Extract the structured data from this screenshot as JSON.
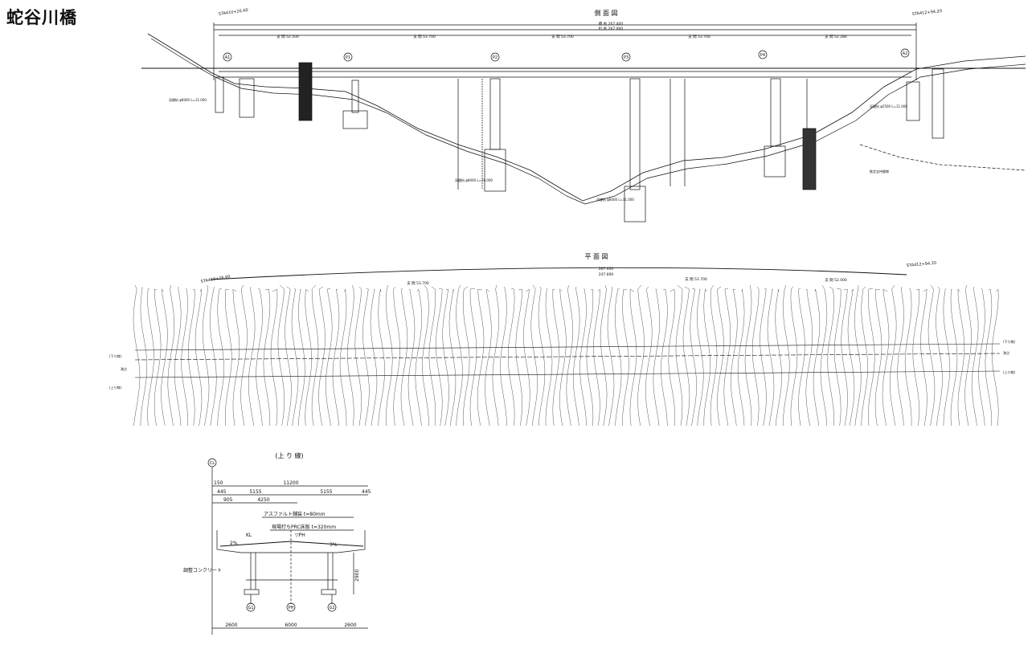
{
  "title": "蛇谷川橋",
  "side_view": {
    "heading": "側 面 図",
    "sta_left": "STA410+26.60",
    "sta_right": "STA412+94.20",
    "total_length": "橋 長 267.400",
    "girder_length": "桁 長 267.000",
    "span_labels": [
      "支 間 52.500",
      "支 間 53.700",
      "支 間 53.700",
      "支 間 53.700",
      "支 間 52.280"
    ],
    "supports": [
      "A1",
      "P1",
      "P2",
      "P3",
      "P4",
      "A2"
    ],
    "pile_notes": [
      "深礎杭 φ8000 L=11.000",
      "深礎杭 φ8000 L=16.000",
      "深礎杭 φ8000 L=11.000",
      "深礎杭 φ2500 L=11.000"
    ],
    "bottom_note": "推定支持層線"
  },
  "plan_view": {
    "heading": "平 面 図",
    "sta_left": "STA410+26.60",
    "sta_right": "STA412+94.20",
    "total_length": "267.400",
    "girder_length": "247.800",
    "span_labels": [
      "支 間 53.700",
      "支 間 53.700",
      "支 間 52.000"
    ],
    "left_labels": [
      "(下り線)",
      "測点",
      "(上り線)"
    ],
    "right_labels": [
      "(下り線)",
      "測点",
      "(上り線)"
    ]
  },
  "section_view": {
    "heading": "(上 り 線)",
    "cl_label": "CL",
    "dims_top": [
      "150",
      "11200"
    ],
    "dims_row2": [
      "445",
      "5155",
      "5155",
      "445"
    ],
    "dims_row3": [
      "905",
      "4250"
    ],
    "notes": [
      "アスファルト舗装 t=80mm",
      "現場打ちPRC床版 t=320mm"
    ],
    "kl_label": "KL",
    "ph_label": "▽PH",
    "slope_left": "2%",
    "slope_right": "3%",
    "leveling": "調整コンクリート",
    "height": "2900",
    "girders": [
      "G1",
      "PH",
      "G2"
    ],
    "dims_bottom": [
      "2600",
      "6000",
      "2600"
    ]
  }
}
